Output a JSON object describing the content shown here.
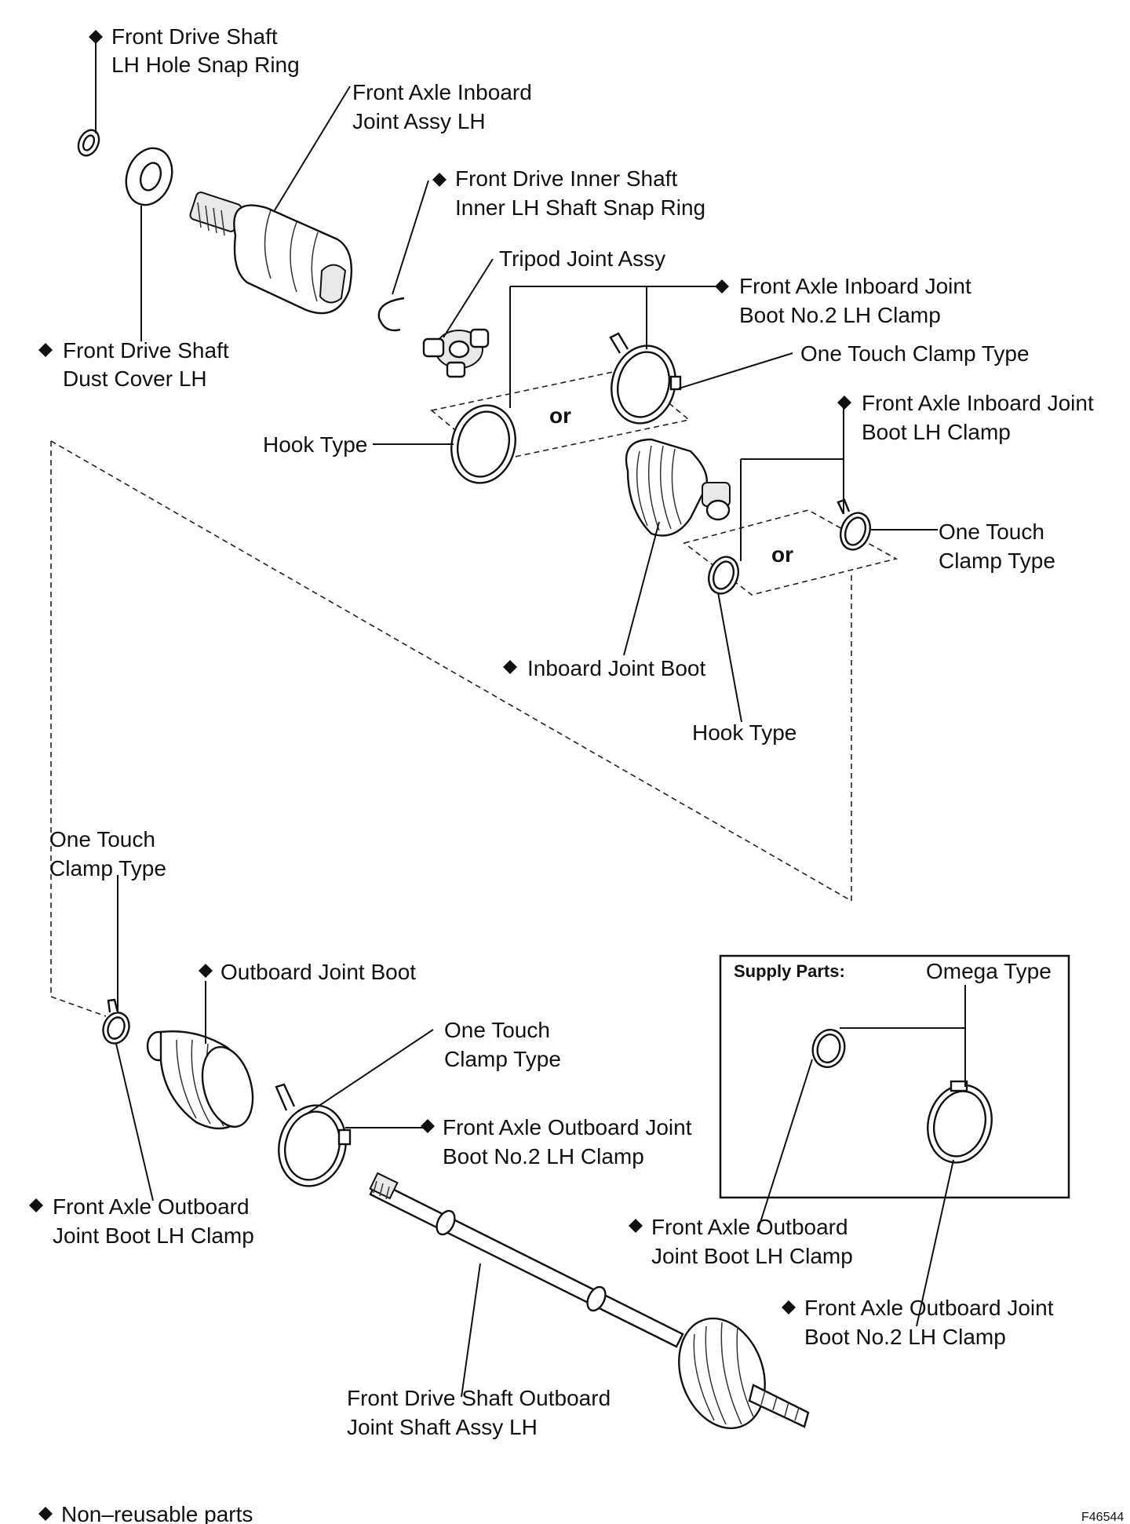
{
  "labels": {
    "snap_ring": [
      "Front Drive Shaft",
      "LH Hole Snap Ring"
    ],
    "inboard_joint": [
      "Front Axle Inboard",
      "Joint Assy LH"
    ],
    "inner_snap_ring": [
      "Front Drive Inner Shaft",
      "Inner LH Shaft Snap Ring"
    ],
    "tripod": [
      "Tripod Joint Assy"
    ],
    "inboard_no2_clamp": [
      "Front Axle Inboard Joint",
      "Boot No.2 LH Clamp"
    ],
    "one_touch_1": [
      "One Touch Clamp Type"
    ],
    "dust_cover": [
      "Front Drive Shaft",
      "Dust Cover LH"
    ],
    "hook_type_1": [
      "Hook Type"
    ],
    "or_1": "or",
    "inboard_clamp": [
      "Front Axle Inboard Joint",
      "Boot LH Clamp"
    ],
    "one_touch_2": [
      "One Touch",
      "Clamp Type"
    ],
    "or_2": "or",
    "inboard_boot": [
      "Inboard Joint Boot"
    ],
    "hook_type_2": [
      "Hook Type"
    ],
    "one_touch_3": [
      "One Touch",
      "Clamp Type"
    ],
    "outboard_boot": [
      "Outboard Joint Boot"
    ],
    "one_touch_4": [
      "One Touch",
      "Clamp Type"
    ],
    "outboard_no2_clamp": [
      "Front Axle Outboard Joint",
      "Boot No.2 LH Clamp"
    ],
    "outboard_clamp": [
      "Front Axle Outboard",
      "Joint Boot LH Clamp"
    ],
    "outboard_shaft": [
      "Front Drive Shaft Outboard",
      "Joint Shaft Assy LH"
    ],
    "supply_title": "Supply Parts:",
    "omega_type": [
      "Omega Type"
    ],
    "supply_outboard_clamp": [
      "Front Axle Outboard",
      "Joint Boot LH Clamp"
    ],
    "supply_no2_clamp": [
      "Front Axle Outboard Joint",
      "Boot No.2 LH Clamp"
    ],
    "legend": [
      "Non–reusable parts"
    ],
    "code": "F46544"
  },
  "icons": {
    "non_reusable_marker": "diamond-icon"
  }
}
